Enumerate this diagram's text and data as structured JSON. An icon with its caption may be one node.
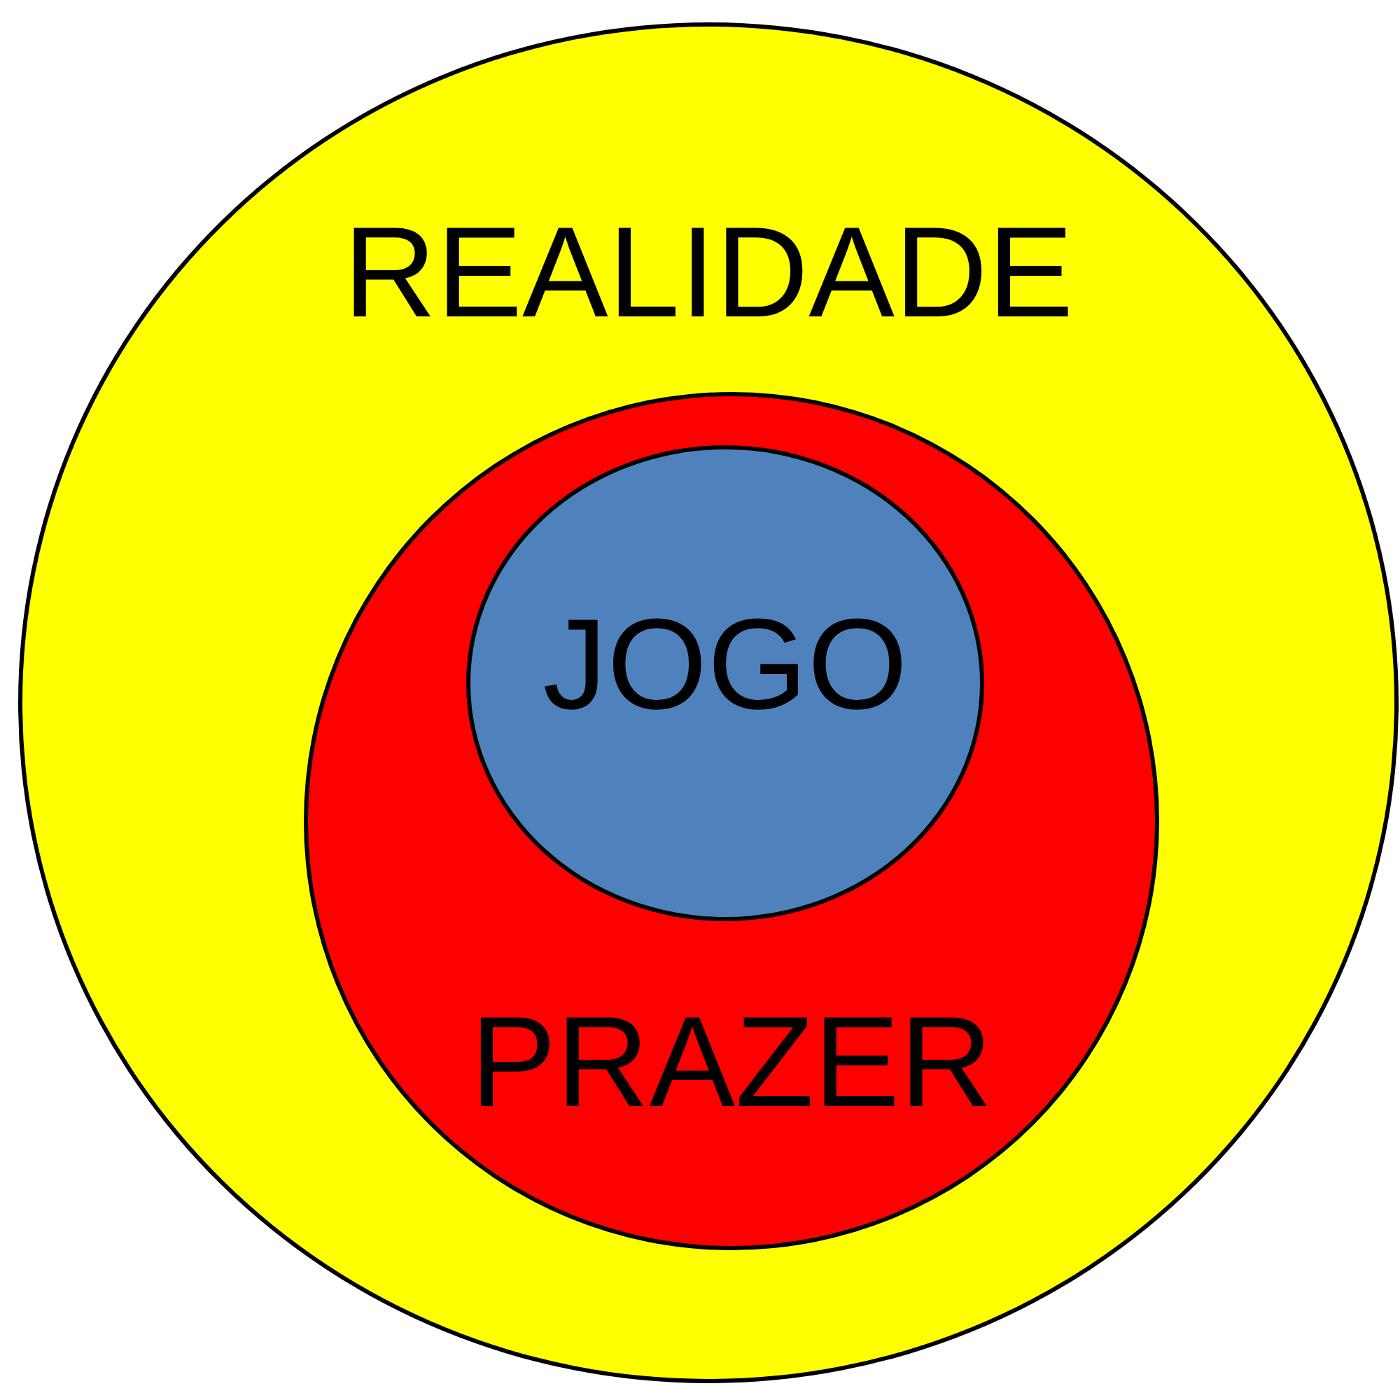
{
  "diagram": {
    "nodes": [
      {
        "text": [
          "REALIDADE"
        ]
      },
      {
        "text": [
          "PRAZER"
        ],
        "in": 0
      },
      {
        "text": [
          "JOGO"
        ],
        "in": 1
      }
    ]
  }
}
